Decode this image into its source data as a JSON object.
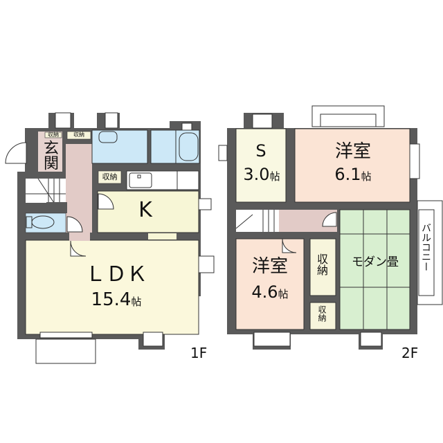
{
  "colors": {
    "wall": "#5a5a5a",
    "ldk": "#fbf8dc",
    "kitchen": "#f7f6d6",
    "entrance": "#e6d3cf",
    "hall": "#e2cbc7",
    "wet_area": "#cde8f7",
    "western_room": "#fbe4d5",
    "sroom": "#f9f8e2",
    "tatami": "#d8efd0",
    "storage": "#f7f5dc",
    "outline": "#333333"
  },
  "floor1": {
    "label": "1F",
    "rooms": {
      "ldk": {
        "name": "ＬＤＫ",
        "size": "15.4",
        "unit": "帖"
      },
      "kitchen": {
        "name": "K"
      },
      "entrance": {
        "name": "玄関"
      },
      "storage_entrance": {
        "name": "収納"
      },
      "storage_hall": {
        "name": "収納"
      },
      "storage_washroom": {
        "name": "収納"
      }
    }
  },
  "floor2": {
    "label": "2F",
    "rooms": {
      "sroom": {
        "name": "S",
        "size": "3.0",
        "unit": "帖"
      },
      "western1": {
        "name": "洋室",
        "size": "6.1",
        "unit": "帖"
      },
      "western2": {
        "name": "洋室",
        "size": "4.6",
        "unit": "帖"
      },
      "tatami": {
        "name": "モダン畳"
      },
      "storage1": {
        "name": "収納"
      },
      "storage2": {
        "name": "収納"
      },
      "balcony": {
        "name": "バルコニー"
      }
    }
  }
}
